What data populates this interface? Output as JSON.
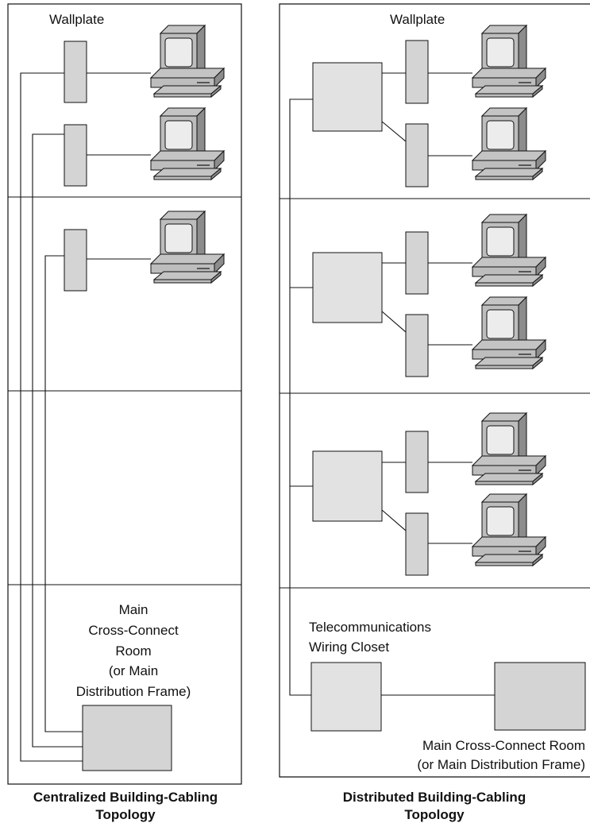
{
  "left_panel": {
    "wallplate_label": "Wallplate",
    "mcc_label_lines": [
      "Main",
      "Cross-Connect",
      "Room",
      "(or Main",
      "Distribution Frame)"
    ],
    "caption_lines": [
      "Centralized Building-Cabling",
      "Topology"
    ]
  },
  "right_panel": {
    "wallplate_label": "Wallplate",
    "closet_label_lines": [
      "Telecommunications",
      "Wiring Closet"
    ],
    "mcc_label_lines": [
      "Main Cross-Connect Room",
      "(or Main Distribution Frame)"
    ],
    "caption_lines": [
      "Distributed Building-Cabling",
      "Topology"
    ]
  },
  "colors": {
    "box_fill": "#d4d4d4",
    "closet_fill": "#e2e2e2",
    "line": "#111111",
    "pc_top": "#c4c4c4",
    "pc_front": "#bdbdbd",
    "pc_side": "#8c8c8c",
    "pc_screen": "#ececec"
  }
}
